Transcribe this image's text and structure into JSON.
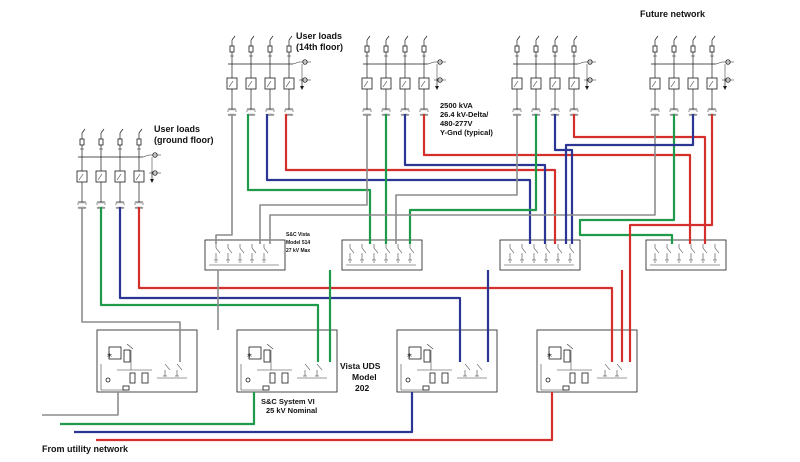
{
  "labels": {
    "future_network": "Future network",
    "user_loads_14th_line1": "User loads",
    "user_loads_14th_line2": "(14th floor)",
    "user_loads_ground_line1": "User loads",
    "user_loads_ground_line2": "(ground floor)",
    "transformer_line1": "2500 kVA",
    "transformer_line2": "26.4 kV-Delta/",
    "transformer_line3": "480-277V",
    "transformer_line4": "Y-Gnd (typical)",
    "vista_line1": "S&C Vista",
    "vista_line2": "Model 514",
    "vista_line3": "27 kV Max",
    "uds_line1": "Vista UDS",
    "uds_line2": "Model",
    "uds_line3": "202",
    "system_vi_line1": "S&C System VI",
    "system_vi_line2": "25 kV Nominal",
    "from_utility": "From utility network"
  },
  "colors": {
    "gray_cable": "#8c8c8c",
    "green_cable": "#1e9a4a",
    "blue_cable": "#2a3594",
    "red_cable": "#d3302c",
    "line": "#1a1a1a"
  }
}
